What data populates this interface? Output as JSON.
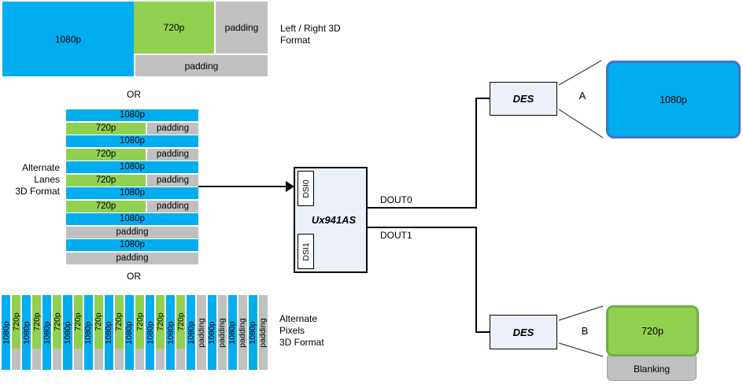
{
  "colors": {
    "blue": "#00AEEF",
    "green": "#92D050",
    "gray": "#C0C0C0",
    "chip_fill": "#ECF1F9",
    "display_a_border": "#4472C4",
    "display_b_border": "#70AD47"
  },
  "left_right_format": {
    "blue_label": "1080p",
    "green_label": "720p",
    "pad_right_label": "padding",
    "pad_bottom_label": "padding",
    "caption_lines": [
      "Left / Right 3D",
      "Format"
    ]
  },
  "or_top": "OR",
  "or_bottom": "OR",
  "alternate_lanes": {
    "caption_lines": [
      "Alternate",
      "Lanes",
      "3D Format"
    ],
    "rows": [
      {
        "type": "blue",
        "label": "1080p"
      },
      {
        "type": "split",
        "left": "720p",
        "right": "padding"
      },
      {
        "type": "blue",
        "label": "1080p"
      },
      {
        "type": "split",
        "left": "720p",
        "right": "padding"
      },
      {
        "type": "blue",
        "label": "1080p"
      },
      {
        "type": "split",
        "left": "720p",
        "right": "padding"
      },
      {
        "type": "blue",
        "label": "1080p"
      },
      {
        "type": "split",
        "left": "720p",
        "right": "padding"
      },
      {
        "type": "blue",
        "label": "1080p"
      },
      {
        "type": "gray",
        "label": "padding"
      },
      {
        "type": "blue",
        "label": "1080p"
      },
      {
        "type": "gray",
        "label": "padding"
      }
    ]
  },
  "alternate_pixels": {
    "caption_lines": [
      "Alternate",
      "Pixels",
      "3D Format"
    ],
    "stripes": [
      {
        "type": "blue",
        "label": "1080p"
      },
      {
        "type": "green",
        "label": "720p"
      },
      {
        "type": "blue",
        "label": "1080p"
      },
      {
        "type": "green",
        "label": "720p"
      },
      {
        "type": "blue",
        "label": "1080p"
      },
      {
        "type": "green",
        "label": "720p"
      },
      {
        "type": "blue",
        "label": "1080p"
      },
      {
        "type": "green",
        "label": "720p"
      },
      {
        "type": "blue",
        "label": "1080p"
      },
      {
        "type": "green",
        "label": "720p"
      },
      {
        "type": "blue",
        "label": "1080p"
      },
      {
        "type": "green",
        "label": "720p"
      },
      {
        "type": "blue",
        "label": "1080p"
      },
      {
        "type": "green",
        "label": "720p"
      },
      {
        "type": "blue",
        "label": "1080p"
      },
      {
        "type": "green",
        "label": "720p"
      },
      {
        "type": "blue",
        "label": "1080p"
      },
      {
        "type": "green",
        "label": "720p"
      },
      {
        "type": "blue",
        "label": "1080p"
      },
      {
        "type": "gray",
        "label": "padding"
      },
      {
        "type": "blue",
        "label": "1080p"
      },
      {
        "type": "gray",
        "label": "padding"
      },
      {
        "type": "blue",
        "label": "1080p"
      },
      {
        "type": "gray",
        "label": "padding"
      },
      {
        "type": "blue",
        "label": "1080p"
      },
      {
        "type": "gray",
        "label": "padding"
      }
    ]
  },
  "serializer": {
    "name": "Ux941AS",
    "port_top": "DSI0",
    "port_bottom": "DSI1",
    "out_top": "DOUT0",
    "out_bottom": "DOUT1"
  },
  "link_a": {
    "des_label": "DES",
    "letter": "A",
    "display_label": "1080p"
  },
  "link_b": {
    "des_label": "DES",
    "letter": "B",
    "display_label": "720p",
    "blanking_label": "Blanking"
  }
}
